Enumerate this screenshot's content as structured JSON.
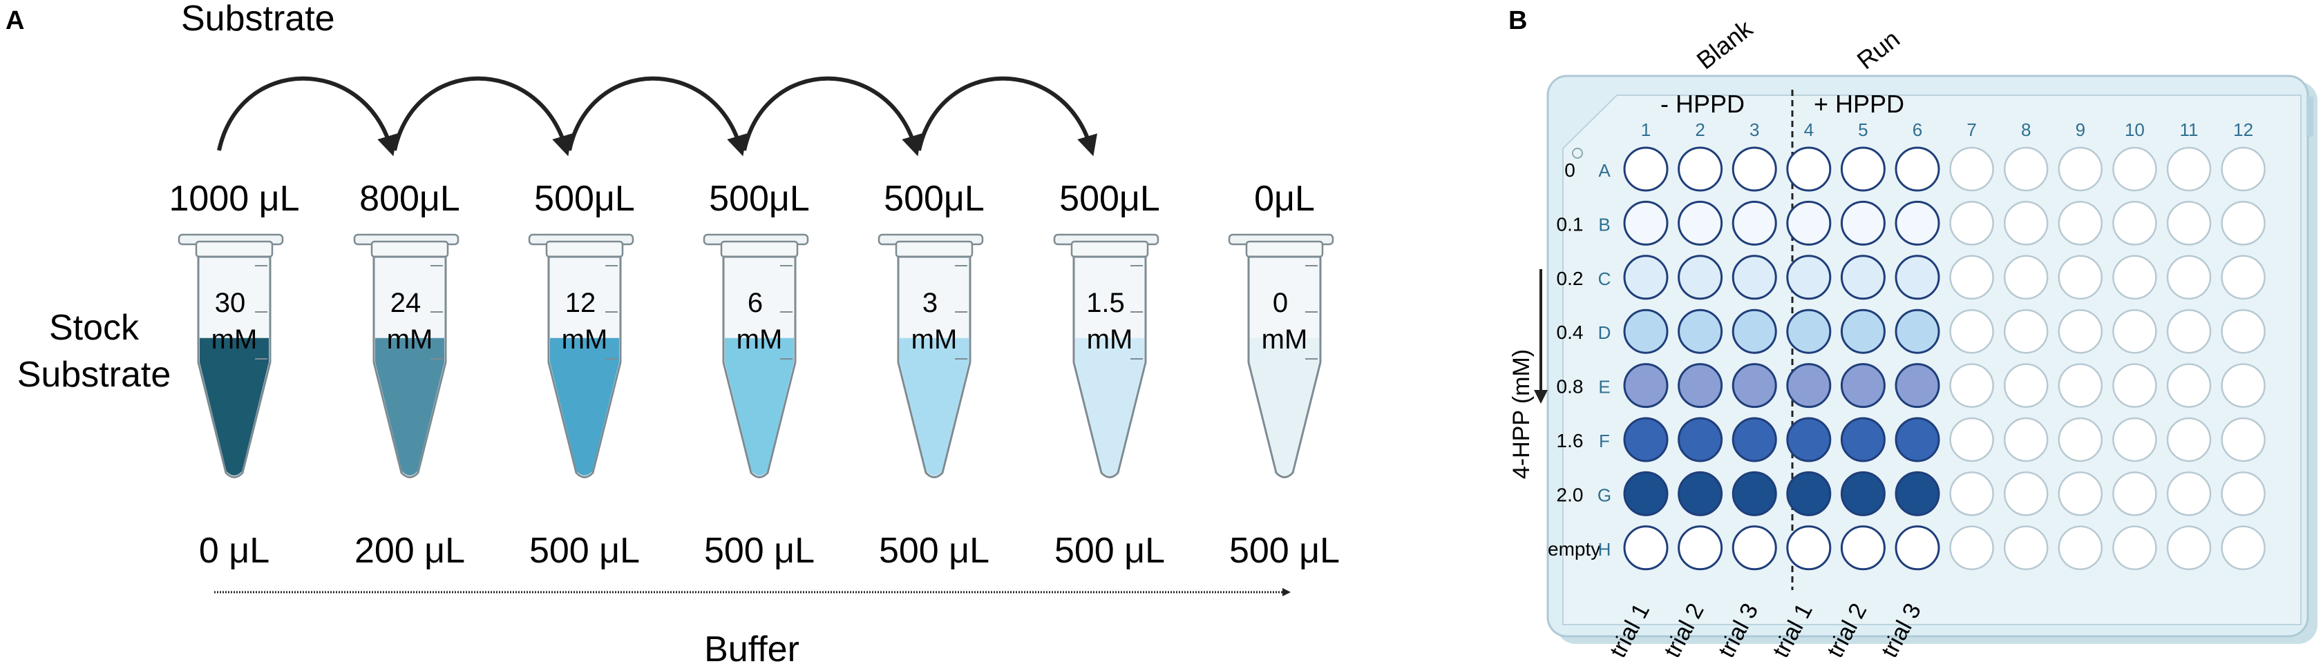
{
  "panel_a": {
    "letter": "A",
    "substrate_label": "Substrate",
    "stock_label": [
      "Stock",
      "Substrate"
    ],
    "buffer_label": "Buffer",
    "tubes": [
      {
        "top_volume": "1000 μL",
        "conc": "30",
        "unit": "mM",
        "buffer_volume": "0 μL",
        "fill_color": "#1c5a70",
        "fill_level": 0.62
      },
      {
        "top_volume": "800μL",
        "conc": "24",
        "unit": "mM",
        "buffer_volume": "200 μL",
        "fill_color": "#4f8fa6",
        "fill_level": 0.62
      },
      {
        "top_volume": "500μL",
        "conc": "12",
        "unit": "mM",
        "buffer_volume": "500 μL",
        "fill_color": "#4aa6cb",
        "fill_level": 0.62
      },
      {
        "top_volume": "500μL",
        "conc": "6",
        "unit": "mM",
        "buffer_volume": "500 μL",
        "fill_color": "#7ecbe6",
        "fill_level": 0.62
      },
      {
        "top_volume": "500μL",
        "conc": "3",
        "unit": "mM",
        "buffer_volume": "500 μL",
        "fill_color": "#a9dcf0",
        "fill_level": 0.62
      },
      {
        "top_volume": "500μL",
        "conc": "1.5",
        "unit": "mM",
        "buffer_volume": "500 μL",
        "fill_color": "#cfeaf6",
        "fill_level": 0.62
      },
      {
        "top_volume": "0μL",
        "conc": "0",
        "unit": "mM",
        "buffer_volume": "500 μL",
        "fill_color": "#e6f1f6",
        "fill_level": 0.62
      }
    ]
  },
  "panel_b": {
    "letter": "B",
    "blank_label": "Blank",
    "run_label": "Run",
    "minus_hppd": "- HPPD",
    "plus_hppd": "+ HPPD",
    "axis_label": "4-HPP (mM)",
    "columns": [
      "1",
      "2",
      "3",
      "4",
      "5",
      "6",
      "7",
      "8",
      "9",
      "10",
      "11",
      "12"
    ],
    "rows": [
      {
        "letter": "A",
        "value": "0",
        "color": "#ffffff"
      },
      {
        "letter": "B",
        "value": "0.1",
        "color": "#f2f8fd"
      },
      {
        "letter": "C",
        "value": "0.2",
        "color": "#dcecf8"
      },
      {
        "letter": "D",
        "value": "0.4",
        "color": "#b7d8f1"
      },
      {
        "letter": "E",
        "value": "0.8",
        "color": "#8c9fd4"
      },
      {
        "letter": "F",
        "value": "1.6",
        "color": "#3565b3"
      },
      {
        "letter": "G",
        "value": "2.0",
        "color": "#1b4f8e"
      },
      {
        "letter": "H",
        "value": "empty",
        "color": "#ffffff"
      }
    ],
    "filled_columns": 6,
    "trials": [
      "trial 1",
      "trial 2",
      "trial 3",
      "trial 1",
      "trial 2",
      "trial 3"
    ]
  }
}
